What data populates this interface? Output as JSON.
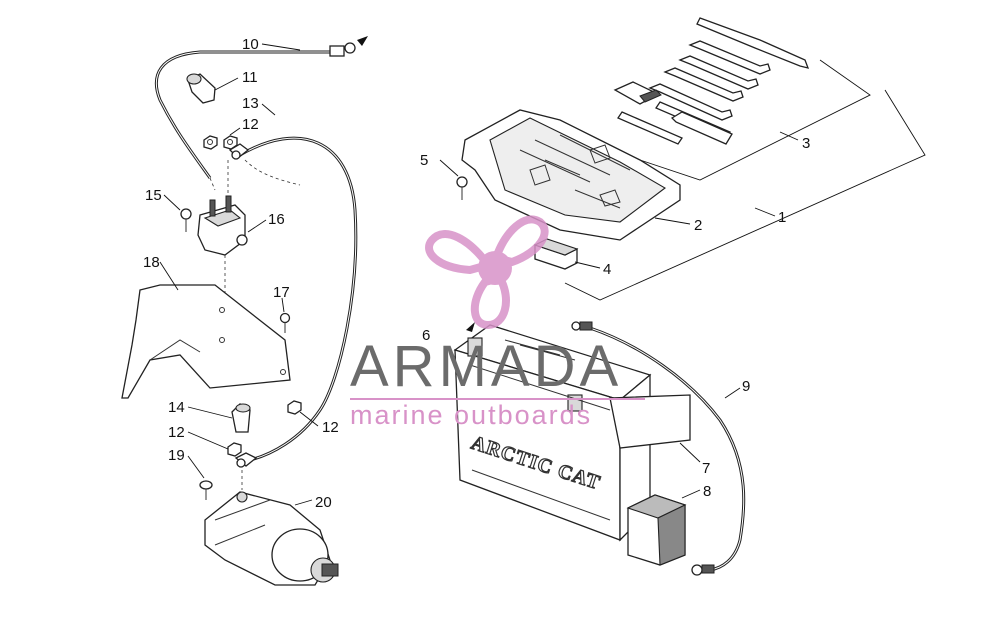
{
  "watermark": {
    "brand": "ARMADA",
    "tagline": "marine outboards",
    "accent_color": "#d892c8",
    "text_color": "#6b6b6b"
  },
  "callouts": [
    "1",
    "2",
    "3",
    "4",
    "5",
    "6",
    "7",
    "8",
    "9",
    "10",
    "11",
    "12",
    "12",
    "12",
    "13",
    "14",
    "15",
    "16",
    "17",
    "18",
    "19",
    "20"
  ],
  "battery_label": "ARCTIC CAT"
}
